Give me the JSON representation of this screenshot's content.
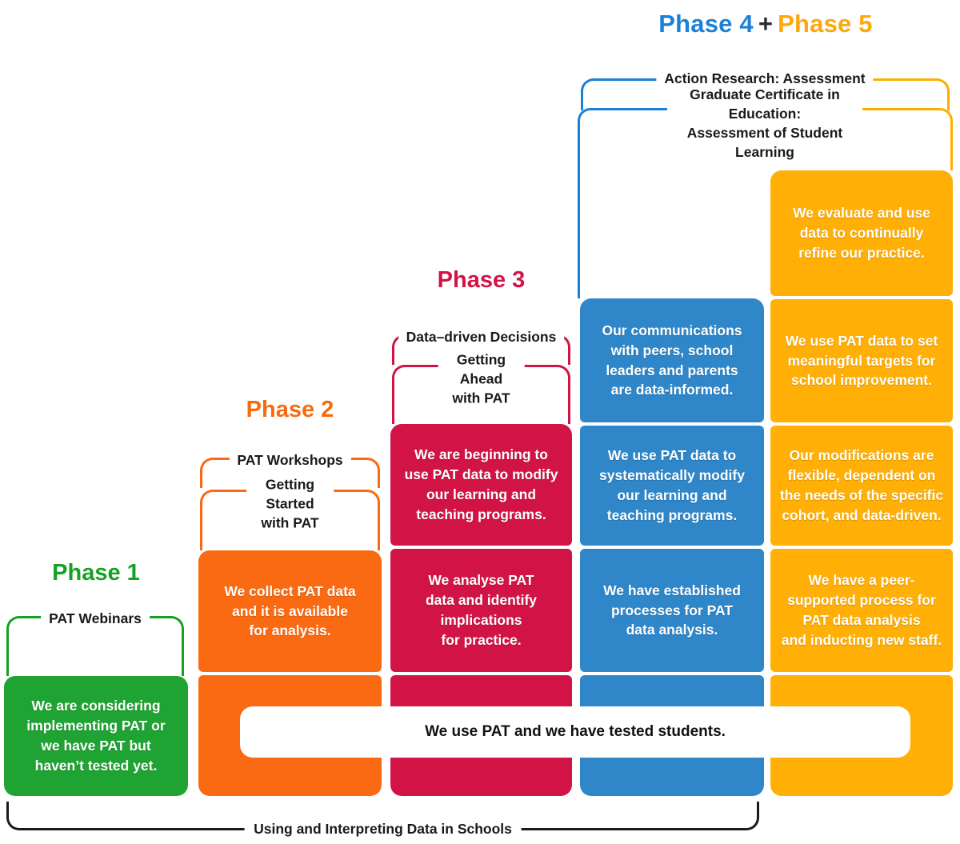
{
  "heading": {
    "phase4": "Phase 4",
    "plus": "+",
    "phase5": "Phase 5"
  },
  "titles": {
    "phase1": "Phase 1",
    "phase2": "Phase 2",
    "phase3": "Phase 3"
  },
  "brackets": {
    "pat_webinars": "PAT Webinars",
    "pat_workshops": "PAT Workshops",
    "getting_started": "Getting Started\nwith PAT",
    "data_driven": "Data–driven Decisions",
    "getting_ahead": "Getting Ahead\nwith PAT",
    "action_research": "Action Research: Assessment",
    "grad_cert": "Graduate Certificate in Education:\nAssessment of Student Learning",
    "bottom": "Using and Interpreting Data in Schools"
  },
  "cells": {
    "phase1": [
      "We are considering\nimplementing PAT or\nwe have PAT but\nhaven’t tested yet."
    ],
    "phase2": [
      "We collect PAT data\nand it is available\nfor analysis."
    ],
    "phase3": [
      "We are beginning to\nuse PAT data to modify\nour learning and\nteaching programs.",
      "We analyse PAT\ndata and identify\nimplications\nfor practice."
    ],
    "phase4": [
      "Our communications\nwith peers, school\nleaders and parents\nare data-informed.",
      "We use PAT data to\nsystematically modify\nour learning and\nteaching programs.",
      "We have established\nprocesses for PAT\ndata analysis."
    ],
    "phase5": [
      "We evaluate and use\ndata to continually\nrefine our practice.",
      "We use PAT data to set\nmeaningful targets for\nschool improvement.",
      "Our modifications are\nflexible, dependent on\nthe needs of the specific\ncohort, and data-driven.",
      "We have a peer-\nsupported process for\nPAT data analysis\nand inducting new staff."
    ]
  },
  "overlay_bar": "We use PAT and we have tested students.",
  "colors": {
    "green": "#1FA332",
    "orange": "#FA6A12",
    "crimson": "#D11445",
    "blue": "#2F86C8",
    "blue_bright": "#1B80D8",
    "yellow": "#FFAF06",
    "yellow_line": "#FFAE00",
    "black": "#1A1A1A"
  }
}
